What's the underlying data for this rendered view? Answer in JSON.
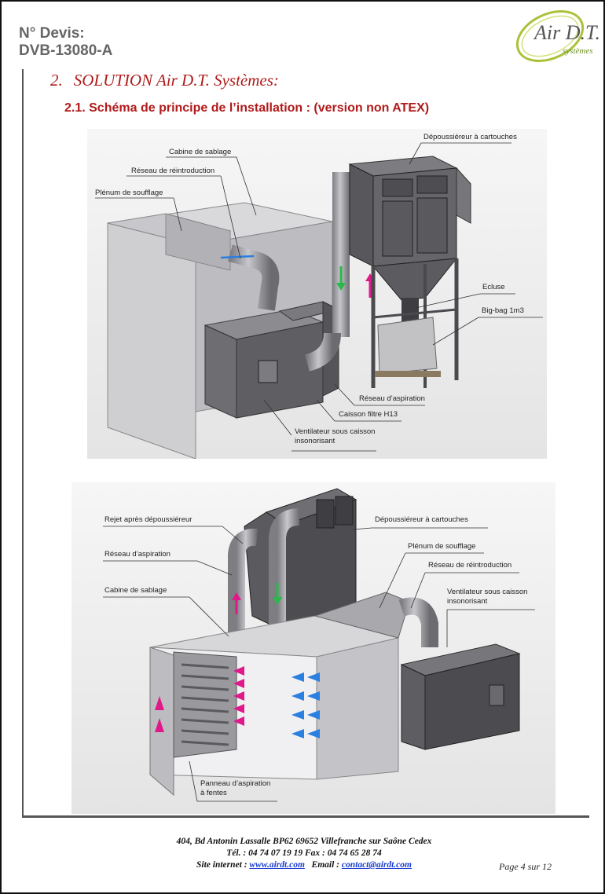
{
  "header": {
    "quote_label": "N° Devis:",
    "quote_number": "DVB-13080-A",
    "logo_text": "Air D.T.",
    "logo_subtext": "systèmes"
  },
  "section": {
    "number": "2.",
    "title": "SOLUTION Air D.T. Systèmes:"
  },
  "subsection": {
    "title": "2.1. Schéma de principe de l’installation : (version non ATEX)"
  },
  "figure1": {
    "labels": {
      "cabine": "Cabine de sablage",
      "reseau_reintro": "Réseau de réintroduction",
      "plenum": "Plénum de soufflage",
      "depoussiereur": "Dépoussiéreur à cartouches",
      "ecluse": "Ecluse",
      "bigbag": "Big-bag 1m3",
      "reseau_aspi": "Réseau d’aspiration",
      "caisson": "Caisson filtre H13",
      "ventilateur_1": "Ventilateur sous caisson",
      "ventilateur_2": "insonorisant"
    }
  },
  "figure2": {
    "labels": {
      "rejet": "Rejet après dépoussiéreur",
      "reseau_aspi": "Réseau d’aspiration",
      "cabine": "Cabine de sablage",
      "depoussiereur": "Dépoussiéreur à cartouches",
      "plenum": "Plénum de soufflage",
      "reseau_reintro": "Réseau de réintroduction",
      "ventilateur_1": "Ventilateur sous caisson",
      "ventilateur_2": "insonorisant",
      "panneau_1": "Panneau d’aspiration",
      "panneau_2": "à fentes"
    }
  },
  "footer": {
    "address": "404, Bd Antonin Lassalle BP62  69652 Villefranche sur Saône Cedex",
    "phone": "Tél. : 04 74 07 19 19  Fax : 04 74 65 28 74",
    "site_label": "Site internet :",
    "site_link": "www.airdt.com",
    "email_label": "Email :",
    "email_link": "contact@airdt.com",
    "page": "Page 4 sur 12"
  },
  "colors": {
    "title_red": "#b11a1a",
    "steel": "#5d5d60",
    "arrow_green": "#2bb84a",
    "arrow_magenta": "#e0198a",
    "arrow_blue": "#2a7fe0",
    "link_blue": "#1a3bd1"
  }
}
